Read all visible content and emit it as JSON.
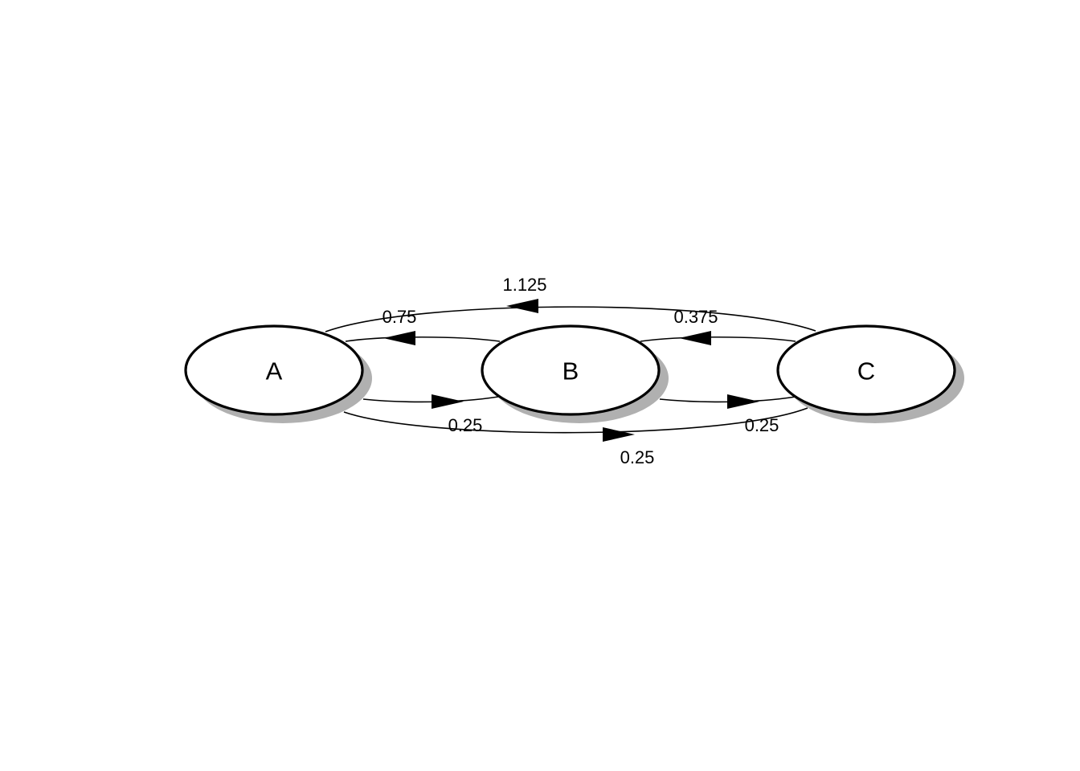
{
  "diagram": {
    "type": "directed-graph",
    "nodes": [
      {
        "id": "A",
        "label": "A"
      },
      {
        "id": "B",
        "label": "B"
      },
      {
        "id": "C",
        "label": "C"
      }
    ],
    "edges": [
      {
        "from": "C",
        "to": "A",
        "label": "1.125"
      },
      {
        "from": "B",
        "to": "A",
        "label": "0.75"
      },
      {
        "from": "C",
        "to": "B",
        "label": "0.375"
      },
      {
        "from": "A",
        "to": "B",
        "label": "0.25"
      },
      {
        "from": "B",
        "to": "C",
        "label": "0.25"
      },
      {
        "from": "A",
        "to": "C",
        "label": "0.25"
      }
    ],
    "colors": {
      "node_fill": "#ffffff",
      "node_stroke": "#000000",
      "shadow": "#b0b0b0"
    }
  }
}
